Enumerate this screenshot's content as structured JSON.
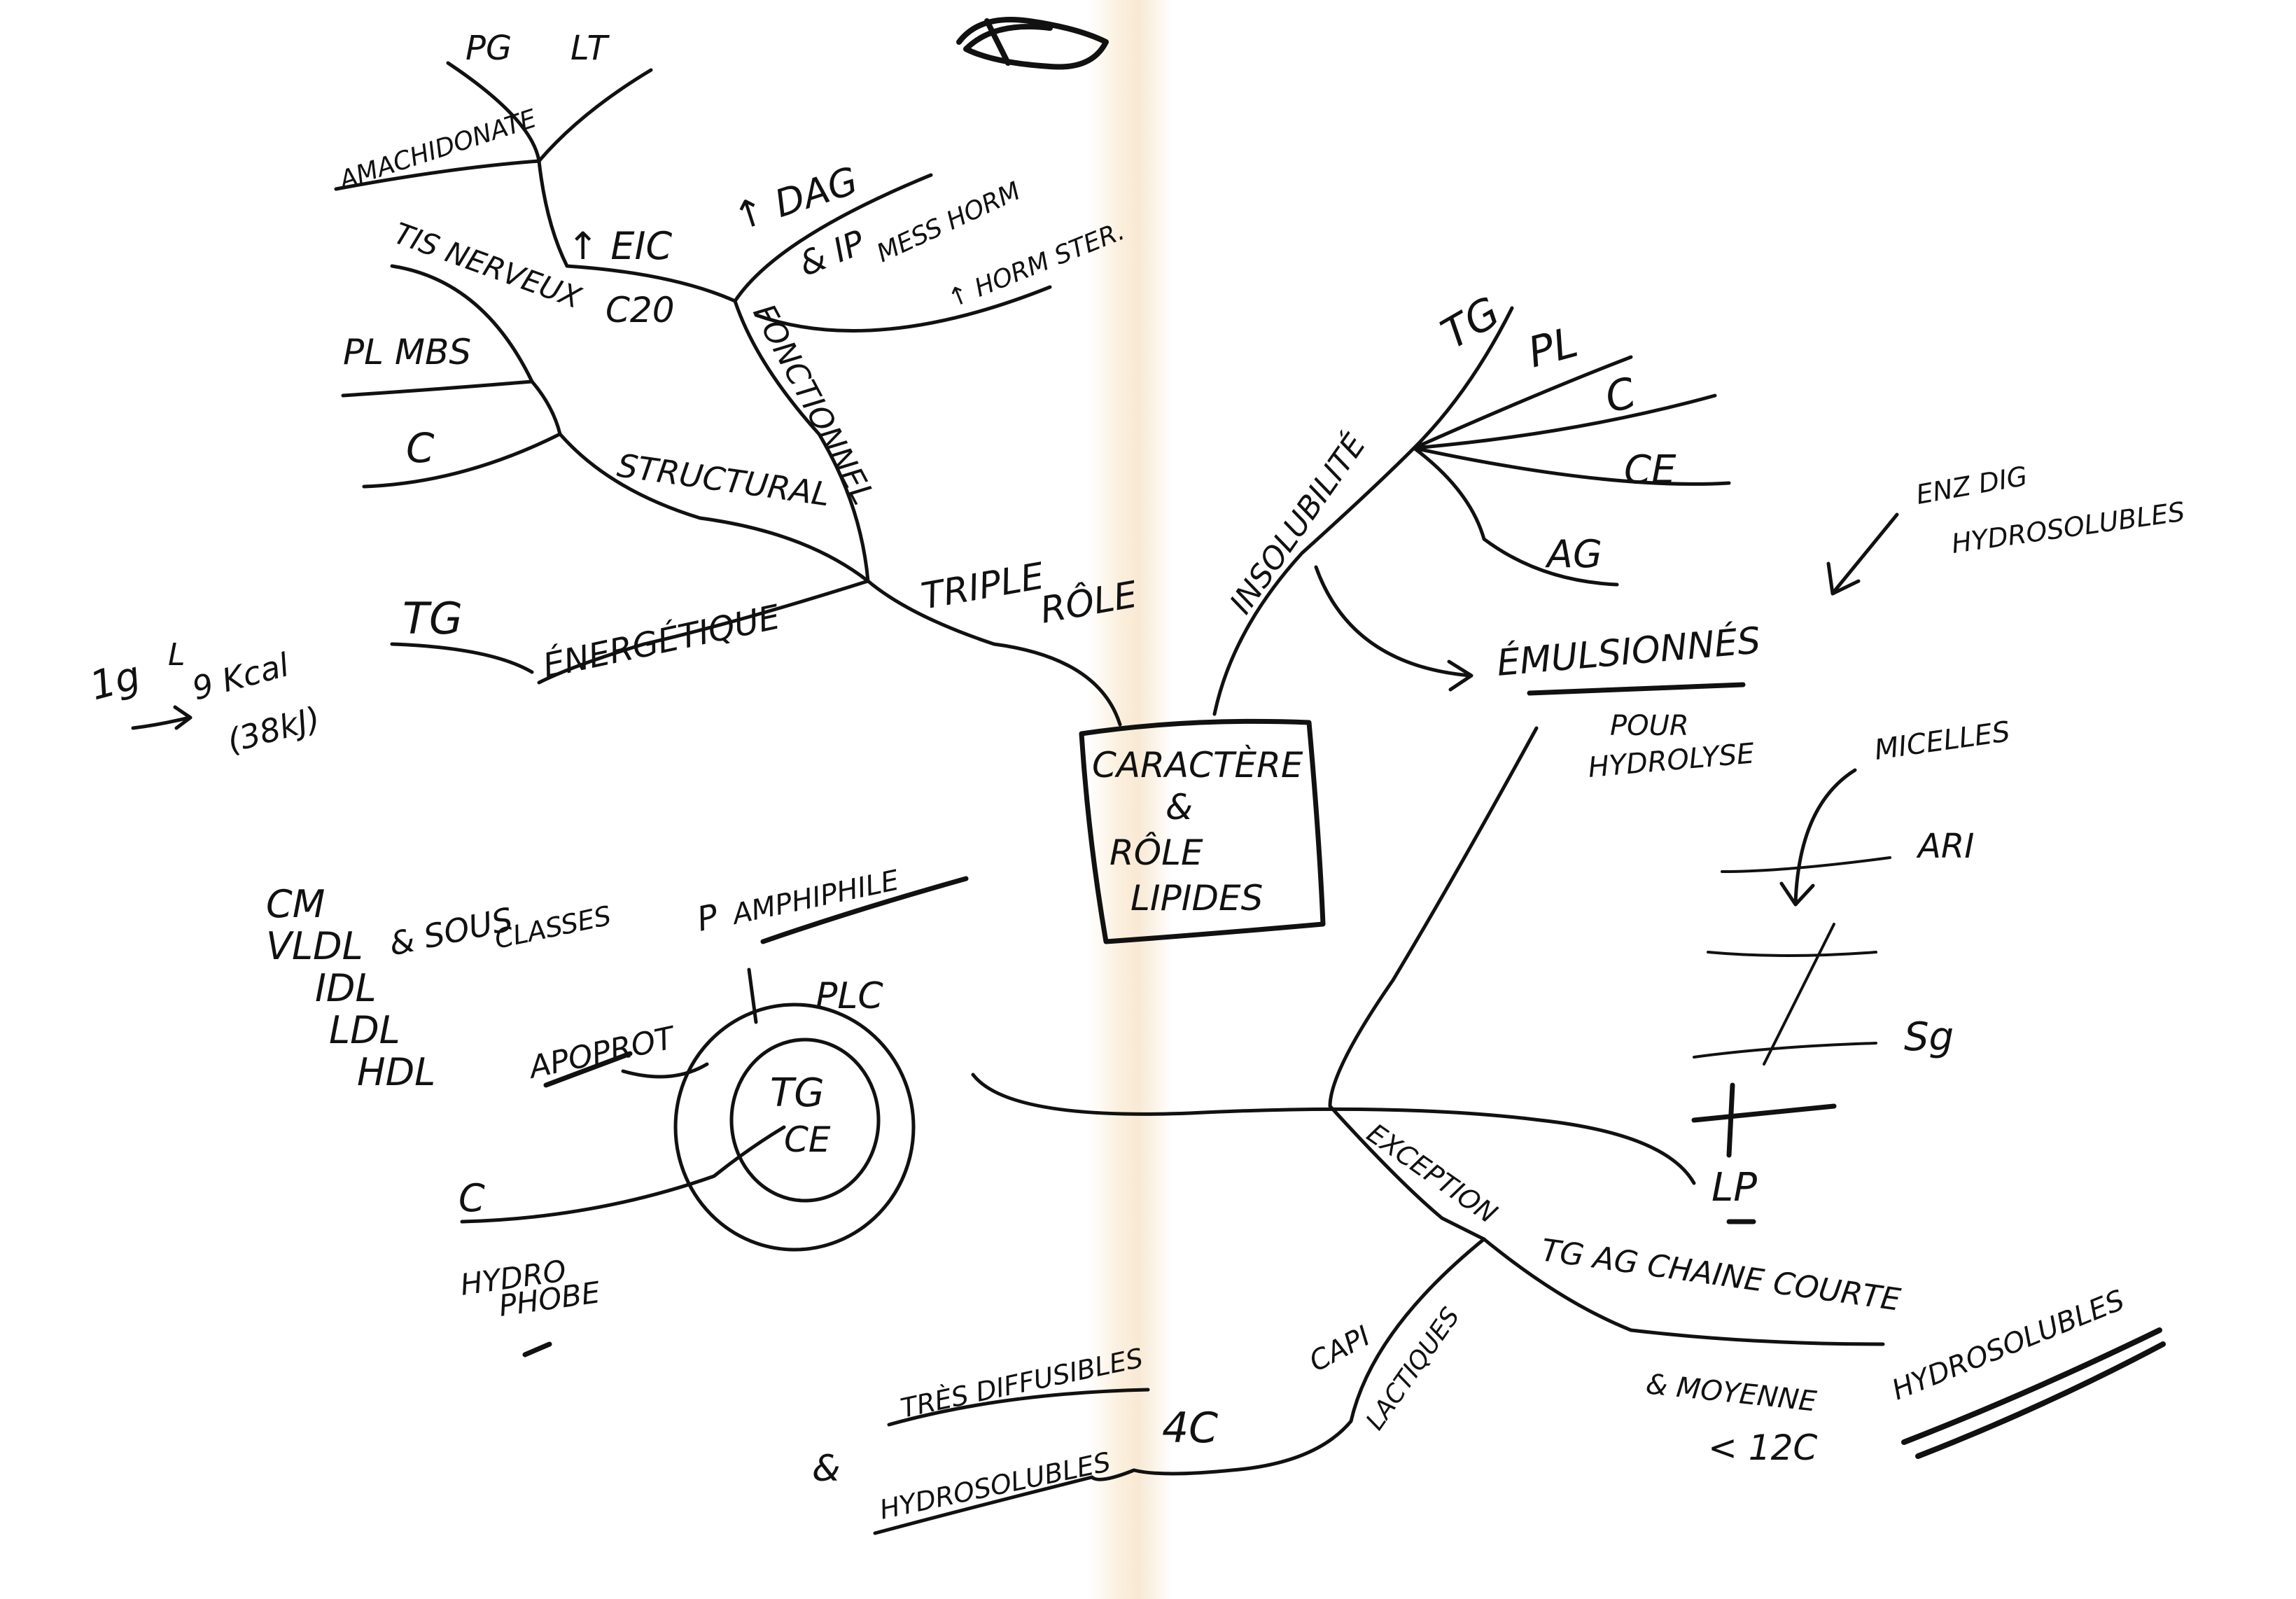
{
  "center": {
    "lines": [
      "CARACTÈRE",
      "&",
      "RÔLE",
      "LIPIDES"
    ]
  },
  "triple_role": {
    "l1": "TRIPLE",
    "l2": "RÔLE"
  },
  "energetique": {
    "label": "ÉNERGÉTIQUE",
    "tg": "TG",
    "val1": "1g",
    "val2": "L",
    "val3": "9 Kcal",
    "val4": "(38kJ)"
  },
  "structural": {
    "label": "STRUCTURAL",
    "c": "C",
    "pl": "PL MBS",
    "tissu": "TIS NERVEUX"
  },
  "fonctionnel": {
    "label": "FONCTIONNEL",
    "eic": "↑ EIC",
    "c20": "C20",
    "amachido": "AMACHIDONATE",
    "pg": "PG",
    "lt": "LT",
    "dag": "↑ DAG",
    "ip": "& IP",
    "mess": "MESS HORM",
    "hormster": "↑ HORM STER."
  },
  "insolubilite": {
    "label": "INSOLUBILITÉ",
    "items": [
      "TG",
      "PL",
      "C",
      "CE",
      "AG"
    ]
  },
  "emulsion": {
    "label": "ÉMULSIONNÉS",
    "pour1": "POUR",
    "pour2": "HYDROLYSE",
    "enz1": "ENZ DIG",
    "enz2": "HYDROSOLUBLES"
  },
  "micelle": {
    "label": "MICELLES",
    "ari": "ARI",
    "sg": "Sg",
    "lp": "LP"
  },
  "lipoprot": {
    "classes": [
      "CM",
      "VLDL",
      "IDL",
      "LDL",
      "HDL"
    ],
    "sousclasses": "& SOUS",
    "classes_word": "CLASSES",
    "amphiphile": "AMPHIPHILE",
    "p": "P",
    "plc": "PLC",
    "aprot": "APOPROT",
    "core1": "TG",
    "core2": "CE",
    "c": "C",
    "hydro1": "HYDRO",
    "hydro2": "PHOBE"
  },
  "exception": {
    "label": "EXCEPTION",
    "tg": "TG AG CHAINE COURTE",
    "moyenne": "& MOYENNE",
    "lt12": "< 12C",
    "hydrosol": "HYDROSOLUBLES",
    "c4": "4C",
    "capi": "CAPI",
    "lactiques": "LACTIQUES",
    "tres": "TRÈS DIFFUSIBLES",
    "and": "&",
    "hydrosol2": "HYDROSOLUBLES"
  }
}
